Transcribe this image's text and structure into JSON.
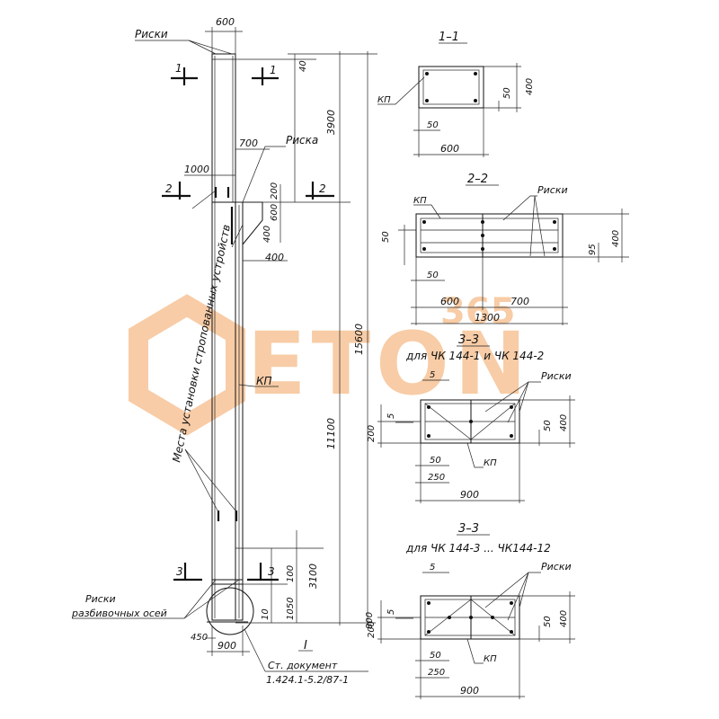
{
  "watermark": {
    "text": "ETON",
    "sub": "365",
    "color": "#f2a35e"
  },
  "elevation": {
    "label_riski_top": "Риски",
    "label_riska_mid": "Риска",
    "label_mesta": "Места установки стропованных устройств",
    "label_kp": "КП",
    "label_riski_bottom_1": "Риски",
    "label_riski_bottom_2": "разбивочных осей",
    "label_doc_1": "Ст. документ",
    "label_doc_2": "1.424.1-5.2/87-1",
    "label_I": "I",
    "dims": {
      "w600": "600",
      "d40": "40",
      "d3900": "3900",
      "d700": "700",
      "d1000": "1000",
      "d200": "200",
      "d600": "600",
      "d400a": "400",
      "d400b": "400",
      "d11100": "11100",
      "d15600": "15600",
      "d3100": "3100",
      "d100": "100",
      "d1050": "1050",
      "d10": "10",
      "d800": "800",
      "d450": "450",
      "d900": "900"
    },
    "section_marks": {
      "s1": "1",
      "s2": "2",
      "s3": "3"
    }
  },
  "section_1_1": {
    "title": "1–1",
    "kp": "КП",
    "dims": {
      "d50a": "50",
      "d400": "400",
      "d50b": "50",
      "d600": "600"
    }
  },
  "section_2_2": {
    "title": "2–2",
    "kp": "КП",
    "riski": "Риски",
    "dims": {
      "d50a": "50",
      "d400": "400",
      "d95": "95",
      "d50b": "50",
      "d600": "600",
      "d700": "700",
      "d1300": "1300"
    }
  },
  "section_3_3a": {
    "title": "3–3",
    "subtitle": "для  ЧК 144-1  и  ЧК 144-2",
    "riski": "Риски",
    "kp": "КП",
    "dims": {
      "d5a": "5",
      "d5b": "5",
      "d200": "200",
      "d400": "400",
      "d50a": "50",
      "d50b": "50",
      "d250": "250",
      "d900": "900"
    }
  },
  "section_3_3b": {
    "title": "3–3",
    "subtitle": "для   ЧК 144-3 ...  ЧК144-12",
    "riski": "Риски",
    "kp": "КП",
    "dims": {
      "d5a": "5",
      "d5b": "5",
      "d200": "200",
      "d400": "400",
      "d50a": "50",
      "d50b": "50",
      "d250": "250",
      "d900": "900"
    }
  }
}
